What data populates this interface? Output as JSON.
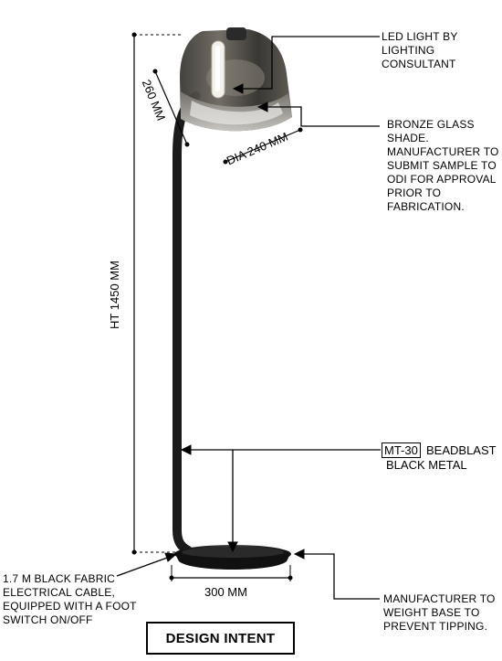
{
  "annotations": {
    "led_light": "LED LIGHT BY\nLIGHTING\nCONSULTANT",
    "bronze_glass": "BRONZE GLASS\nSHADE.\nMANUFACTURER TO\nSUBMIT SAMPLE TO\nODI FOR APPROVAL\nPRIOR TO\nFABRICATION.",
    "material_code": "MT-30",
    "material_line1": "BEADBLAST",
    "material_line2": "BLACK METAL",
    "cable": "1.7 M BLACK FABRIC\nELECTRICAL CABLE,\nEQUIPPED WITH A FOOT\nSWITCH ON/OFF",
    "base_weight": "MANUFACTURER TO\nWEIGHT BASE TO\nPREVENT TIPPING."
  },
  "dimensions": {
    "shade_height": "260 MM",
    "shade_diameter": "DIA 240 MM",
    "total_height": "HT 1450 MM",
    "base_width": "300 MM"
  },
  "title_block": "DESIGN INTENT",
  "colors": {
    "metal": "#1b1b1b",
    "glass_dark": "#4e4a44",
    "glass_light": "#c9c6c0",
    "led": "#f4f1e8"
  }
}
